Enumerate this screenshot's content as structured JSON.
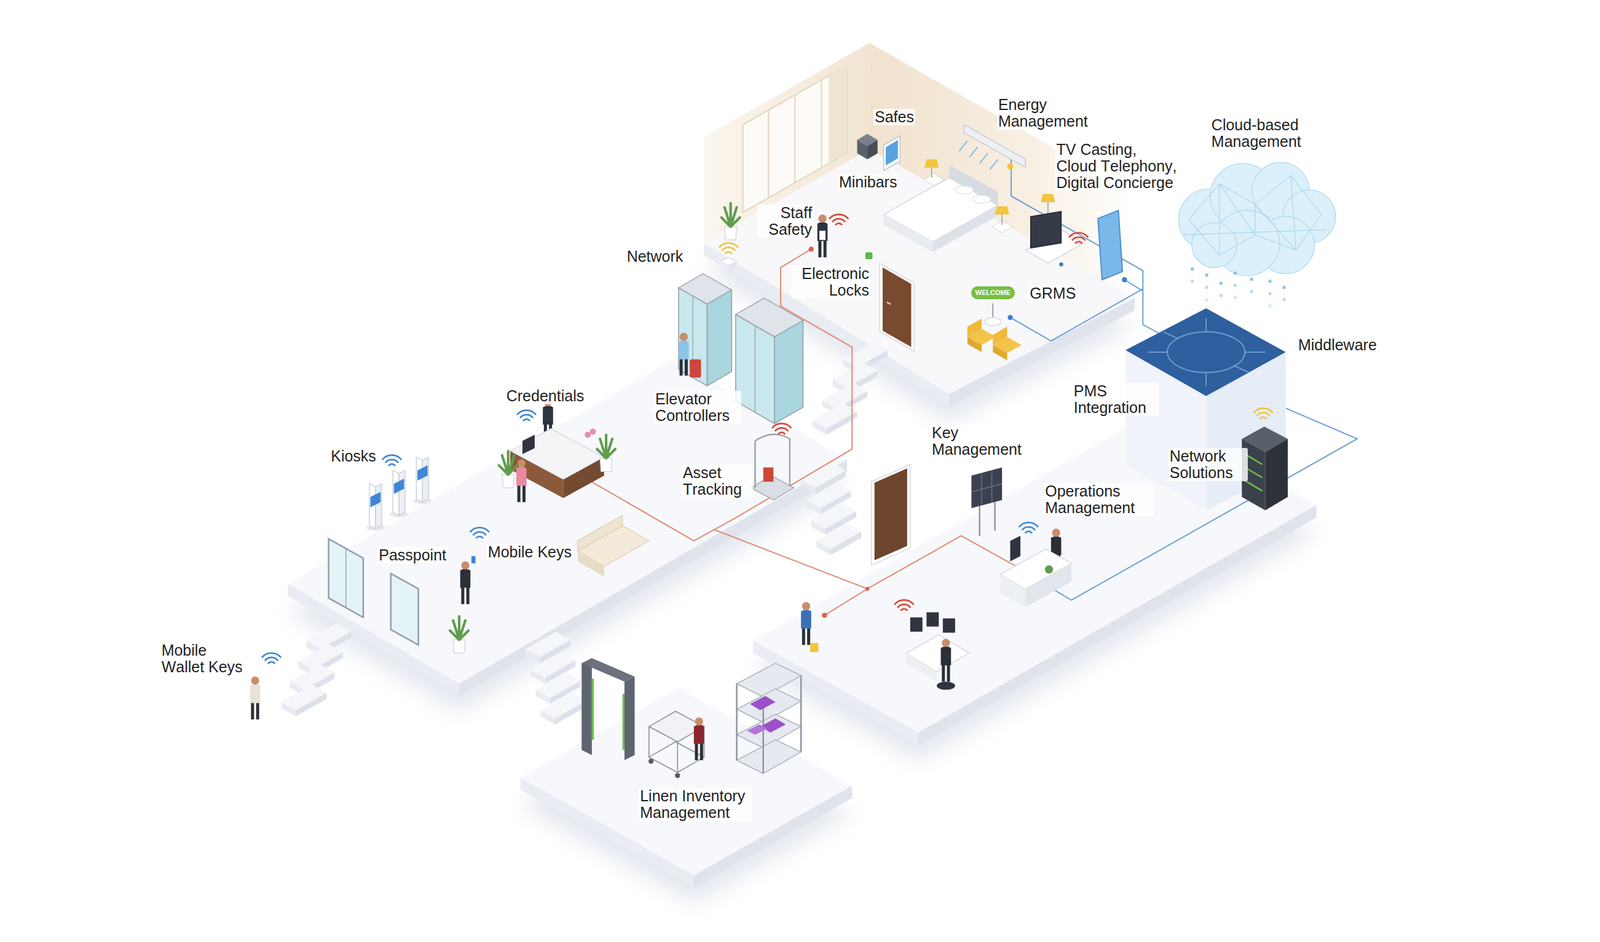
{
  "diagram": {
    "nodes": [
      {
        "text": [
          "WELCOME"
        ]
      }
    ],
    "labels": [
      "Energy Management",
      "Safes",
      "Cloud-based Management",
      "TV Casting, Cloud Telephony, Digital Concierge",
      "Minibars",
      "Staff Safety",
      "Network",
      "Electronic Locks",
      "GRMS",
      "Middleware",
      "PMS Integration",
      "Credentials",
      "Elevator Controllers",
      "Key Management",
      "Kiosks",
      "Network Solutions",
      "Asset Tracking",
      "Operations Management",
      "Mobile Keys",
      "Passpoint",
      "Mobile Wallet Keys",
      "Linen Inventory Management"
    ]
  }
}
